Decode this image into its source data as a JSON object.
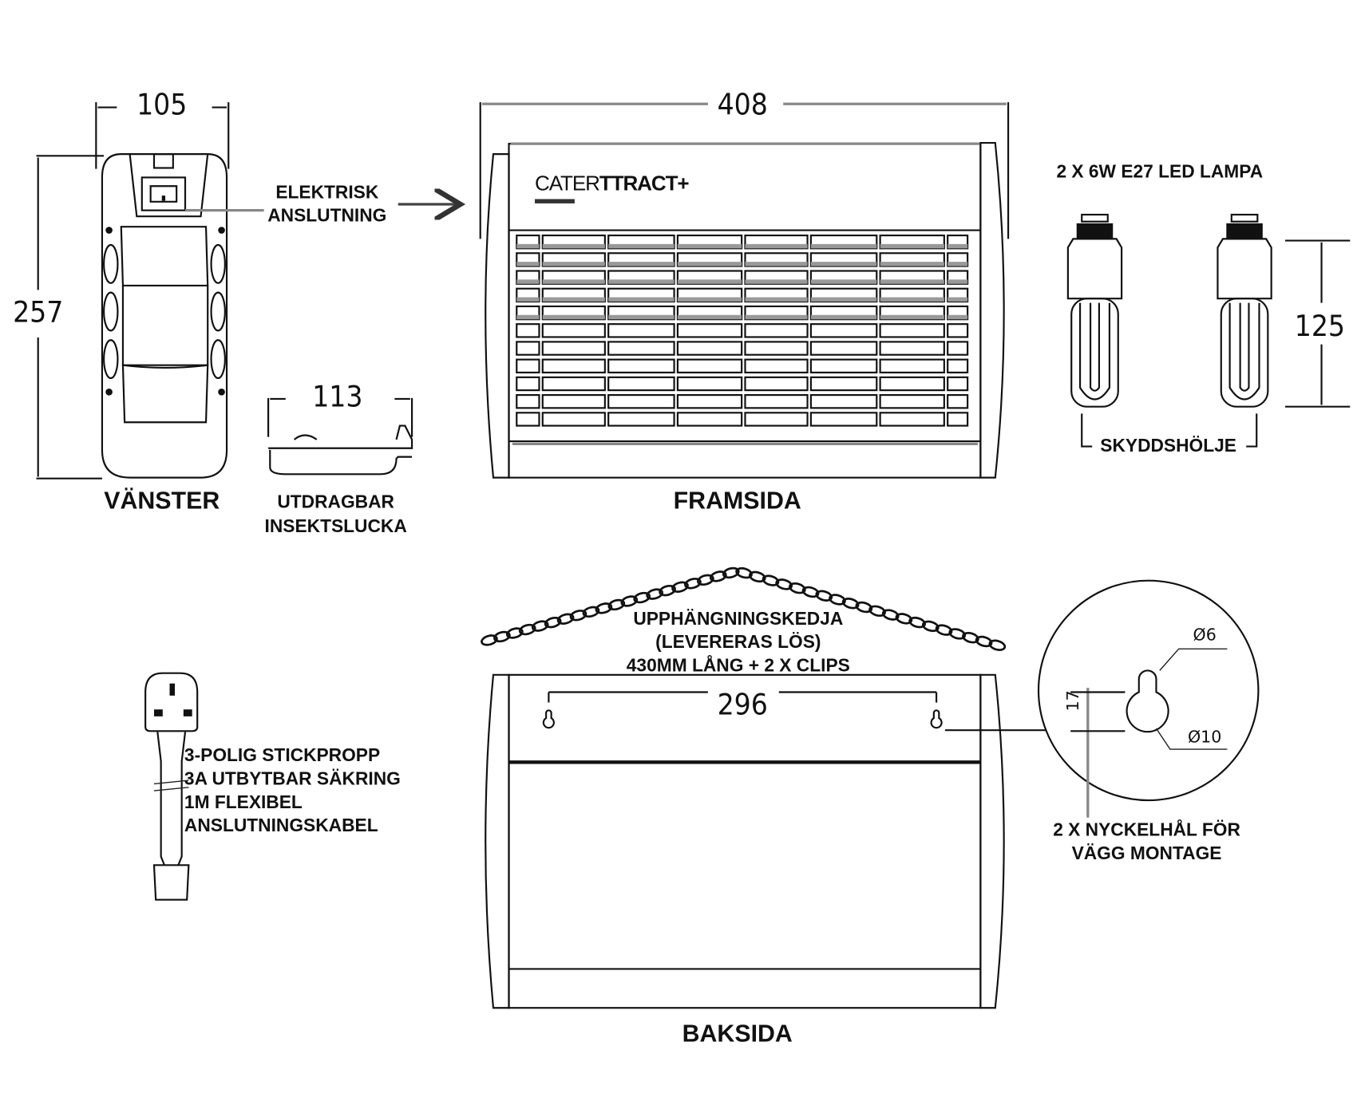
{
  "views": {
    "left": {
      "title": "VÄNSTER",
      "width_dim": "105",
      "height_dim": "257"
    },
    "tray": {
      "title_line1": "UTDRAGBAR",
      "title_line2": "INSEKTSLUCKA",
      "width_dim": "113"
    },
    "front": {
      "title": "FRAMSIDA",
      "width_dim": "408",
      "brand": "CATERTTRACT+",
      "brand_plain": "CATER",
      "brand_bold": "TTRACT+"
    },
    "back": {
      "title": "BAKSIDA",
      "keyhole_spacing_dim": "296"
    },
    "lamps": {
      "title": "2 X 6W E27 LED LAMPA",
      "height_dim": "125",
      "cover_label": "SKYDDSHÖLJE"
    },
    "keyhole_detail": {
      "dim_small": "Ø6",
      "dim_large": "Ø10",
      "spacing": "17",
      "caption_line1": "2 X NYCKELHÅL FÖR",
      "caption_line2": "VÄGG MONTAGE"
    }
  },
  "callouts": {
    "electrical_line1": "ELEKTRISK",
    "electrical_line2": "ANSLUTNING",
    "chain_line1": "UPPHÄNGNINGSKEDJA",
    "chain_line2": "(LEVERERAS LÖS)",
    "chain_line3": "430MM LÅNG + 2 X CLIPS",
    "plug_line1": "3-POLIG STICKPROPP",
    "plug_line2": "3A UTBYTBAR SÄKRING",
    "plug_line3": "1M FLEXIBEL",
    "plug_line4": "ANSLUTNINGSKABEL"
  }
}
